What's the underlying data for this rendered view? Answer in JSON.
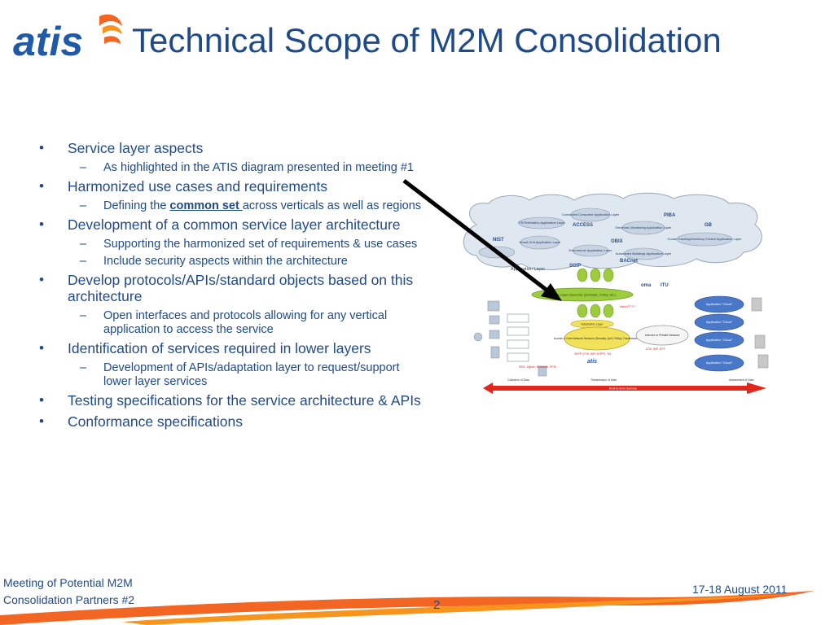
{
  "slide": {
    "logo_text": "atis",
    "title": "Technical Scope of M2M Consolidation",
    "bullets": [
      {
        "text": "Service layer aspects",
        "sub": [
          {
            "text": "As highlighted in the ATIS diagram presented in meeting #1"
          }
        ]
      },
      {
        "text": "Harmonized use cases and requirements",
        "sub": [
          {
            "pre": "Defining the ",
            "emph": "common set ",
            "post": "across verticals as well as regions"
          }
        ]
      },
      {
        "text": "Development of a common service layer architecture",
        "sub": [
          {
            "text": "Supporting the harmonized set of requirements & use cases"
          },
          {
            "text": "Include security aspects within the architecture"
          }
        ]
      },
      {
        "text": "Develop protocols/APIs/standard objects based on this architecture",
        "sub": [
          {
            "text": "Open interfaces and protocols allowing for any vertical application to access the service"
          }
        ]
      },
      {
        "text": "Identification of services required in lower layers",
        "sub": [
          {
            "text": "Development of APIs/adaptation layer to request/support lower layer services"
          }
        ]
      },
      {
        "text": "Testing specifications for the service architecture & APIs"
      },
      {
        "text": "Conformance specifications"
      }
    ],
    "footer": {
      "meeting": "Meeting of Potential M2M Consolidation Partners #2",
      "date": "17-18 August 2011",
      "page": "2"
    },
    "diagram": {
      "service_layer": "Service Layer (Security, QoS/QoE, Policy, etc.)",
      "adaptation_layer": "Adaptation Layer",
      "core_network": "Access & Core Network Services (Security, QoS, Policy, Transmission)",
      "internet": "Internet or Private Network",
      "cloud_label": "Application \"Cloud\"",
      "end_to_end": "End to End Service",
      "collection": "Collection of Data",
      "transmission": "Transmission of Data",
      "assessment": "Assessment of Data",
      "app_layer": "Application Layer",
      "new_pt": "New PT??",
      "proto_mid": "3GPP, ETSI, IMP, 3GPP2, TIA",
      "proto_left": "IEEE, Zigbee, Bluetooth, RFID",
      "proto_right": "ATIS, IMP, IETF",
      "app_bubbles": [
        "Connected Consumer Application Layer",
        "ITS/Telematics Application Layer",
        "Smart Grid Application Layer",
        "Ecommerce Application Layer",
        "Automated Buildings Application Layer",
        "Electronic Monitoring Application Layer",
        "Goods Tracking/Inventory Control Application Layer"
      ],
      "logos": [
        "ACCESS",
        "OBIX",
        "SGIP",
        "BACnet",
        "GB",
        "NIST",
        "PIBA",
        "oma",
        "ITU"
      ],
      "red": "#e2261c",
      "green": "#9ccc3c",
      "blue": "#4a78c8"
    }
  }
}
